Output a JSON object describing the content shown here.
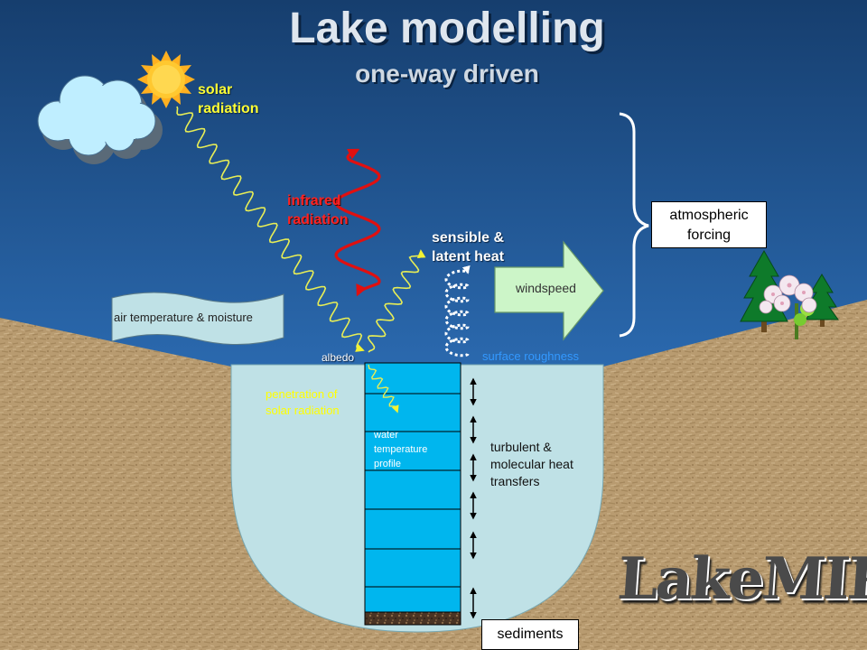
{
  "title": "Lake modelling",
  "subtitle": "one-way driven",
  "labels": {
    "solar_radiation": [
      "solar",
      "radiation"
    ],
    "infrared_radiation": [
      "infrared",
      "radiation"
    ],
    "sensible_latent_heat": [
      "sensible &",
      "latent heat"
    ],
    "windspeed": "windspeed",
    "air_temperature": "air temperature & moisture",
    "albedo": "albedo",
    "surface_roughness": "surface roughness",
    "penetration": [
      "penetration of",
      "solar radiation"
    ],
    "water_profile": [
      "water",
      "temperature",
      "profile"
    ],
    "turbulent": [
      "turbulent  &",
      "molecular heat",
      "transfers"
    ],
    "atmospheric_forcing": [
      "atmospheric",
      "forcing"
    ],
    "sediments": "sediments"
  },
  "logo": "LakeMIP",
  "colors": {
    "sky_top": "#1a4a80",
    "sky_bottom": "#3f86cf",
    "ground": "#b79a6e",
    "lake": "#bfe1e6",
    "water_column": "#00b6ee",
    "solar_wave": "#e8ee55",
    "infrared_arrow": "#e01010",
    "sediment": "#5a4030"
  },
  "icons": [
    "sun-icon",
    "cloud-icon",
    "tree-icon",
    "flower-icon",
    "wind-arrow-icon",
    "brace-icon"
  ]
}
